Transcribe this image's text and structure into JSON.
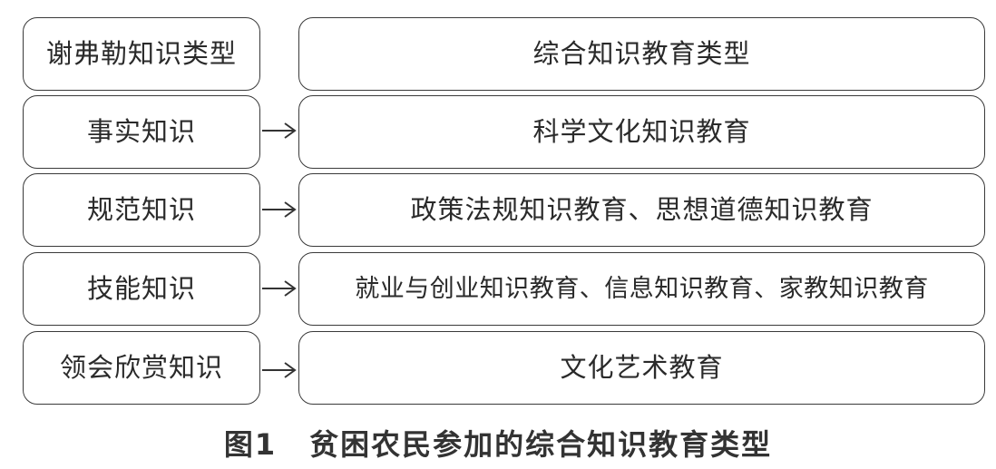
{
  "header": {
    "left": "谢弗勒知识类型",
    "right": "综合知识教育类型"
  },
  "rows": [
    {
      "left": "事实知识",
      "right": "科学文化知识教育"
    },
    {
      "left": "规范知识",
      "right": "政策法规知识教育、思想道德知识教育"
    },
    {
      "left": "技能知识",
      "right": "就业与创业知识教育、信息知识教育、家教知识教育"
    },
    {
      "left": "领会欣赏知识",
      "right": "文化艺术教育"
    }
  ],
  "caption": {
    "number": "图1",
    "text": "贫困农民参加的综合知识教育类型"
  },
  "colors": {
    "border": "#3a3a3a",
    "text": "#2a2a2a"
  }
}
